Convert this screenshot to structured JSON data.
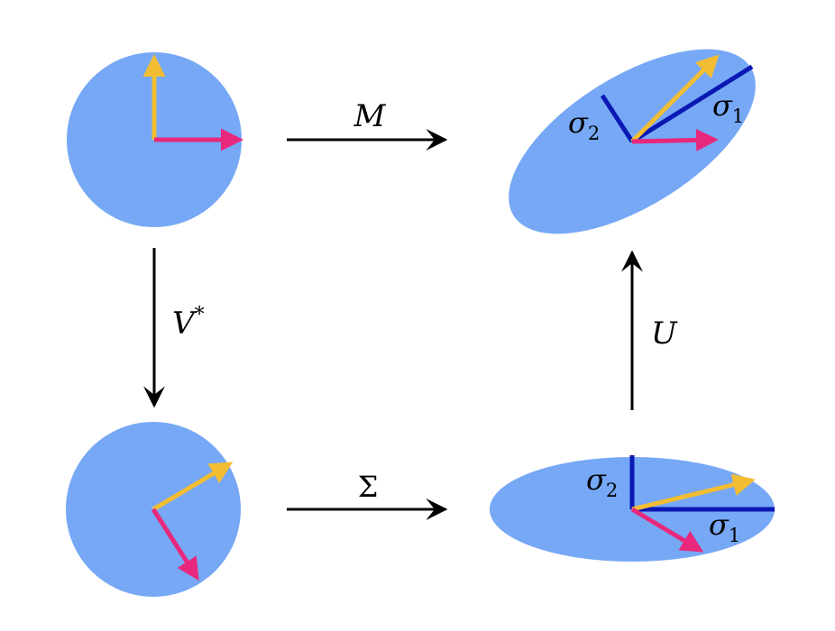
{
  "colors": {
    "shape_fill": "#76a8f5",
    "vector_yellow": "#f2bd32",
    "vector_magenta": "#e8287c",
    "axis_blue": "#0a18b4",
    "arrow_black": "#000000"
  },
  "labels": {
    "m": "M",
    "v_star_base": "V",
    "v_star_sup": "*",
    "u": "U",
    "sigma_big": "Σ",
    "sigma": "σ",
    "sub_1": "1",
    "sub_2": "2"
  }
}
